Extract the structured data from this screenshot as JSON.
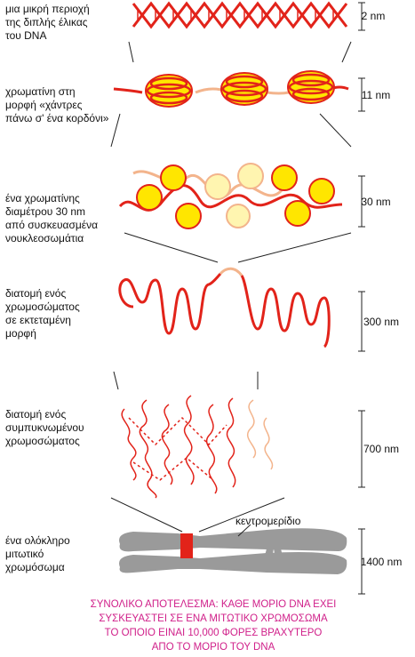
{
  "labels": {
    "dna": "μια μικρή περιοχή\nτης διπλής έλικας\nτου DNA",
    "beads": "χρωματίνη στη\nμορφή «χάντρες\nπάνω σ' ένα κορδόνι»",
    "fiber30": "ένα χρωματίνης\nδιαμέτρου 30 nm\nαπό συσκευασμένα\nνουκλεοσωμάτια",
    "extended": "διατομή ενός\nχρωμοσώματος\nσε εκτεταμένη\nμορφή",
    "condensed": "διατομή ενός\nσυμπυκνωμένου\nχρωμοσώματος",
    "mitotic": "ένα ολόκληρο\nμιτωτικό\nχρωμόσωμα"
  },
  "scales": {
    "dna": "2 nm",
    "beads": "11 nm",
    "fiber30": "30 nm",
    "extended": "300 nm",
    "condensed": "700 nm",
    "mitotic": "1400 nm"
  },
  "centromere_label": "κεντρομερίδιο",
  "summary": "ΣΥΝΟΛΙΚΟ ΑΠΟΤΕΛΕΣΜΑ: ΚΑΘΕ ΜΟΡΙΟ DNA ΕΧΕΙ\nΣΥΣΚΕΥΑΣΤΕΙ ΣΕ ΕΝΑ ΜΙΤΩΤΙΚΟ ΧΡΩΜΟΣΩΜΑ\nΤΟ ΟΠΟΙΟ ΕΙΝΑΙ 10,000 ΦΟΡΕΣ ΒΡΑΧΥΤΕΡΟ\nΑΠΟ ΤΟ ΜΟΡΙΟ ΤΟΥ DNA",
  "colors": {
    "strand": "#e2231a",
    "bead_fill": "#ffe600",
    "bead_light": "#fff5b0",
    "linker": "#f3b48c",
    "chromosome": "#9a9a9a",
    "centromere": "#e2231a",
    "summary_text": "#d0208a"
  }
}
